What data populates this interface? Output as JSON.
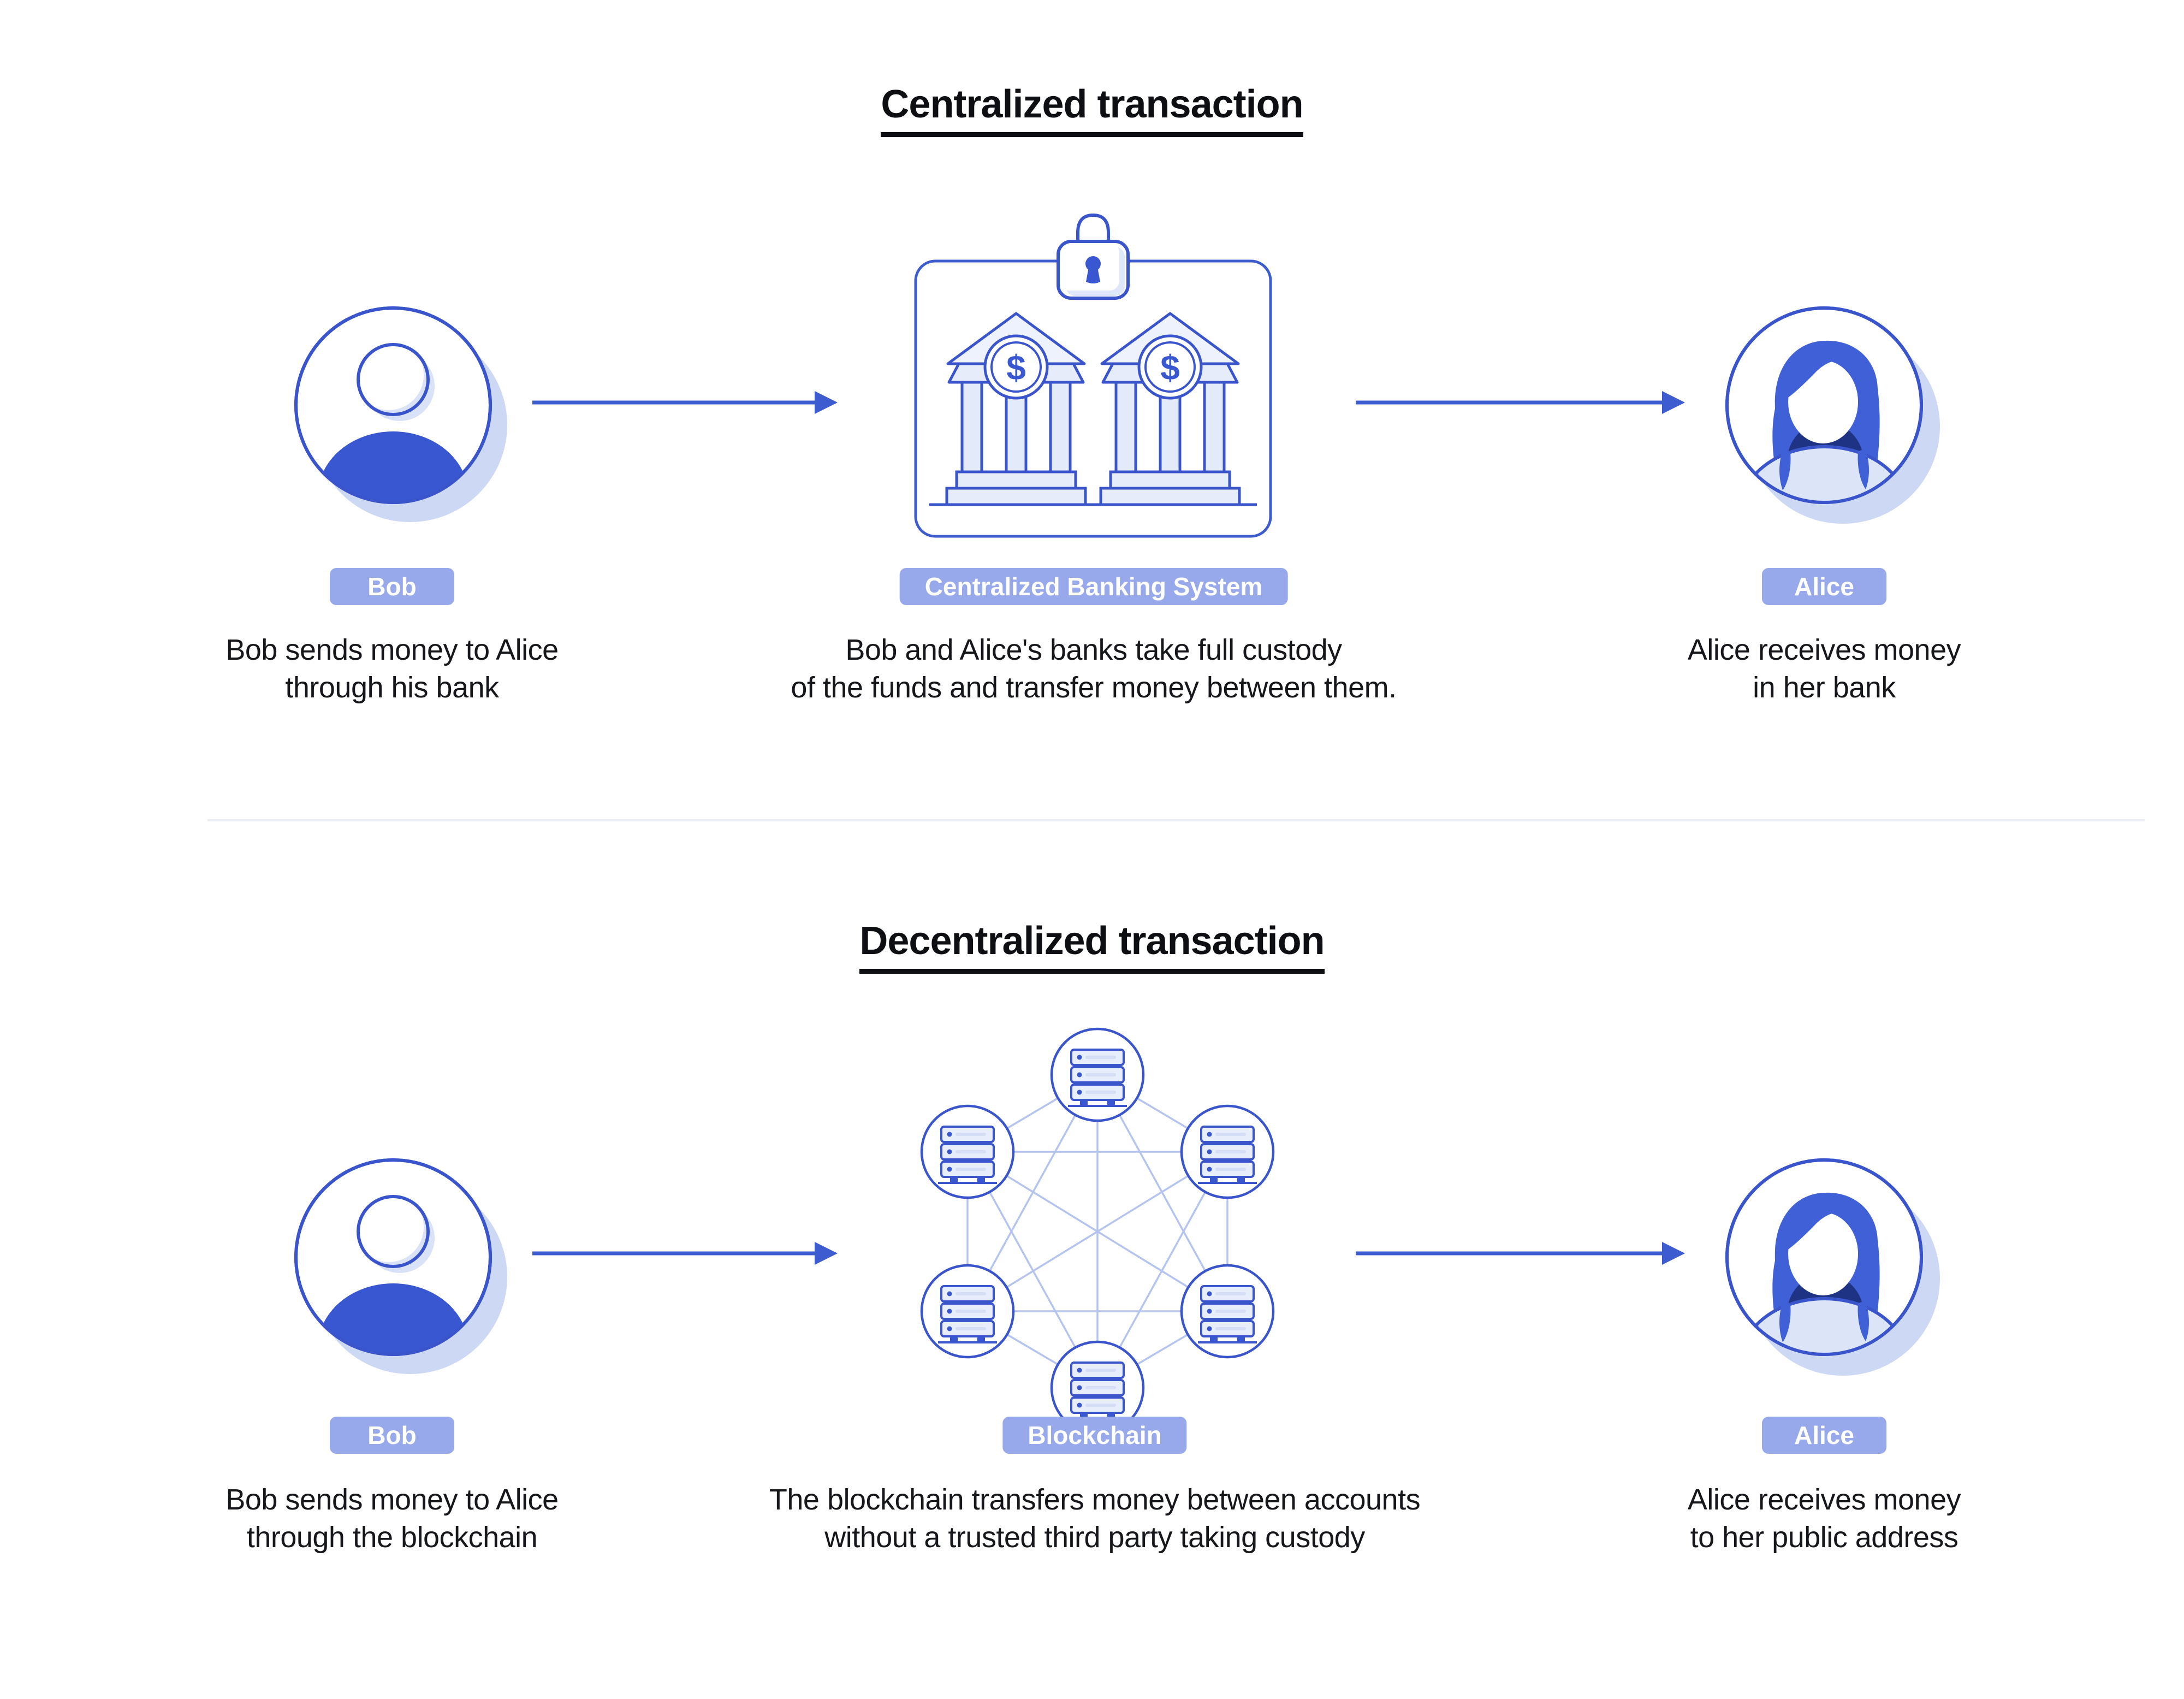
{
  "palette": {
    "accent_blue": "#3a57d2",
    "outline_blue": "#3a55cb",
    "badge_background": "#98a9eb",
    "light_fill": "#e7ecfb",
    "lighter_fill": "#dce4f8",
    "shadow_blue": "#cdd9f4",
    "navy": "#1e3383",
    "mesh_line": "#b5c4ef",
    "divider": "#e9ebf2",
    "text": "#15171b",
    "white": "#ffffff"
  },
  "icons": {
    "bob": "person-avatar-icon",
    "alice": "woman-avatar-icon",
    "system_centralized": "bank-buildings-with-lock-icon",
    "system_decentralized": "server-mesh-network-icon",
    "arrow": "arrow-right-icon"
  },
  "centralized": {
    "title": "Centralized transaction",
    "bob": {
      "badge": "Bob",
      "caption_line1": "Bob sends money to Alice",
      "caption_line2": "through his bank"
    },
    "system": {
      "badge": "Centralized Banking System",
      "currency_symbol": "$",
      "caption_line1": "Bob and Alice's banks take full custody",
      "caption_line2": "of the funds and transfer money between them."
    },
    "alice": {
      "badge": "Alice",
      "caption_line1": "Alice receives money",
      "caption_line2": "in her bank"
    }
  },
  "decentralized": {
    "title": "Decentralized transaction",
    "bob": {
      "badge": "Bob",
      "caption_line1": "Bob sends money to Alice",
      "caption_line2": "through the blockchain"
    },
    "system": {
      "badge": "Blockchain",
      "caption_line1": "The blockchain transfers money between accounts",
      "caption_line2": "without a trusted third party taking custody"
    },
    "alice": {
      "badge": "Alice",
      "caption_line1": "Alice receives money",
      "caption_line2": "to her public address"
    }
  }
}
